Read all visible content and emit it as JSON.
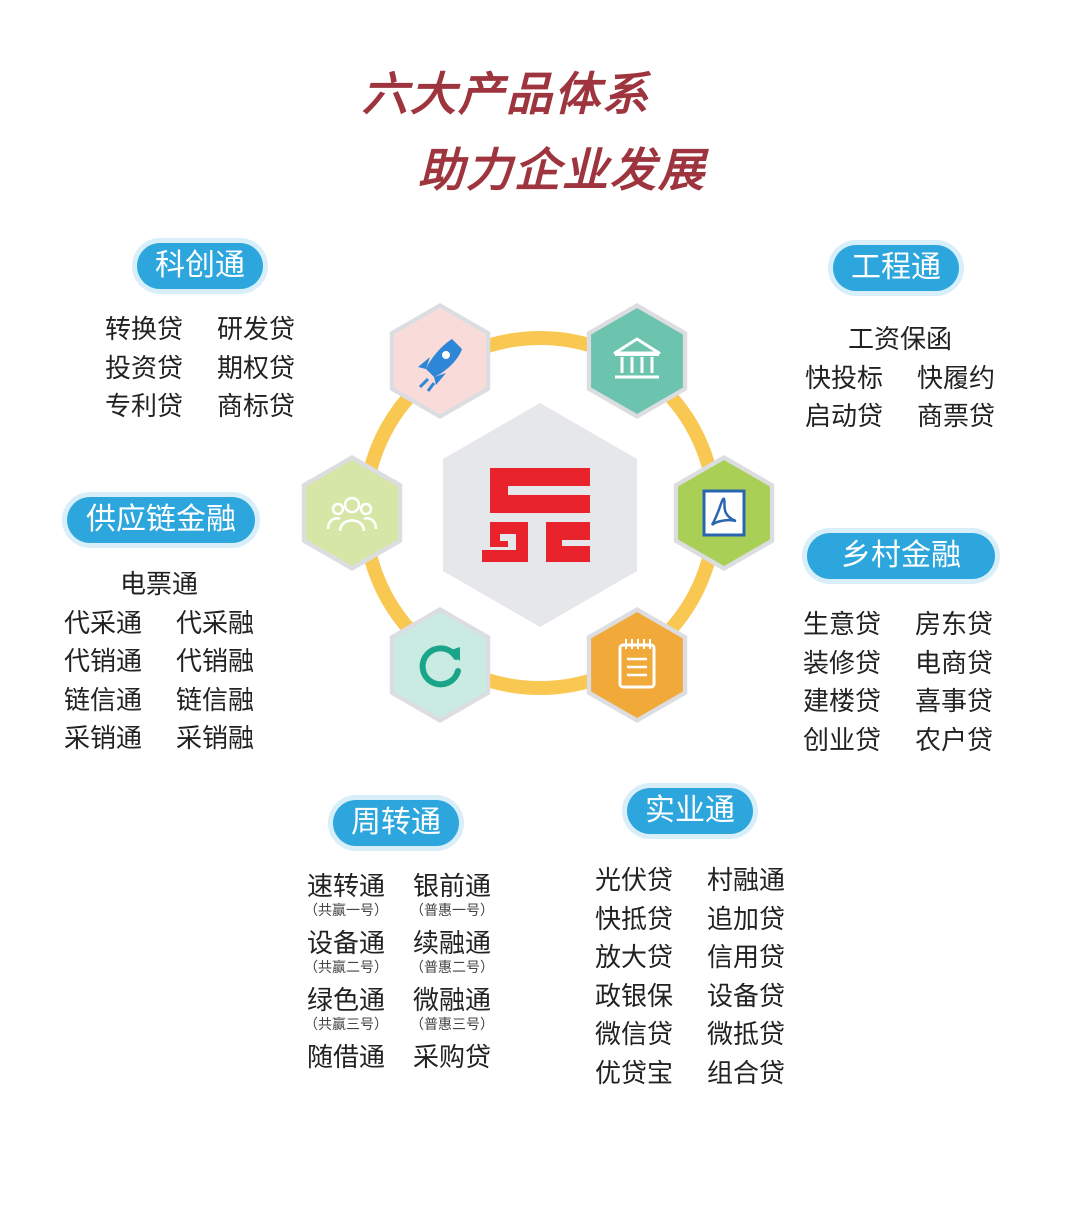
{
  "title": {
    "line1": "六大产品体系",
    "line2": "助力企业发展"
  },
  "colors": {
    "title": "#9e343e",
    "pill": "#2ca6dd",
    "ring": "#f9c852",
    "center_bg": "#e6e7ea",
    "logo": "#e8232b"
  },
  "center_logo": {
    "icon": "company-logo-icon"
  },
  "hexagons": [
    {
      "icon": "rocket-icon",
      "bg": "#f9dcd9"
    },
    {
      "icon": "bank-icon",
      "bg": "#6cc4ae"
    },
    {
      "icon": "pdf-document-icon",
      "bg": "#a9cf56"
    },
    {
      "icon": "notepad-icon",
      "bg": "#f1aa3a"
    },
    {
      "icon": "refresh-icon",
      "bg": "#c9ebe1"
    },
    {
      "icon": "people-icon",
      "bg": "#d5e6a6"
    }
  ],
  "groups": {
    "kct": {
      "label": "科创通",
      "rows": [
        [
          "转换贷",
          "研发贷"
        ],
        [
          "投资贷",
          "期权贷"
        ],
        [
          "专利贷",
          "商标贷"
        ]
      ]
    },
    "gct": {
      "label": "工程通",
      "top": "工资保函",
      "rows": [
        [
          "快投标",
          "快履约"
        ],
        [
          "启动贷",
          "商票贷"
        ]
      ]
    },
    "gyl": {
      "label": "供应链金融",
      "top": "电票通",
      "rows": [
        [
          "代采通",
          "代采融"
        ],
        [
          "代销通",
          "代销融"
        ],
        [
          "链信通",
          "链信融"
        ],
        [
          "采销通",
          "采销融"
        ]
      ]
    },
    "xcjr": {
      "label": "乡村金融",
      "rows": [
        [
          "生意贷",
          "房东贷"
        ],
        [
          "装修贷",
          "电商贷"
        ],
        [
          "建楼贷",
          "喜事贷"
        ],
        [
          "创业贷",
          "农户贷"
        ]
      ]
    },
    "zzt": {
      "label": "周转通",
      "rows": [
        [
          {
            "main": "速转通",
            "sub": "（共赢一号）"
          },
          {
            "main": "银前通",
            "sub": "（普惠一号）"
          }
        ],
        [
          {
            "main": "设备通",
            "sub": "（共赢二号）"
          },
          {
            "main": "续融通",
            "sub": "（普惠二号）"
          }
        ],
        [
          {
            "main": "绿色通",
            "sub": "（共赢三号）"
          },
          {
            "main": "微融通",
            "sub": "（普惠三号）"
          }
        ],
        [
          {
            "main": "随借通",
            "sub": ""
          },
          {
            "main": "采购贷",
            "sub": ""
          }
        ]
      ]
    },
    "syt": {
      "label": "实业通",
      "rows": [
        [
          "光伏贷",
          "村融通"
        ],
        [
          "快抵贷",
          "追加贷"
        ],
        [
          "放大贷",
          "信用贷"
        ],
        [
          "政银保",
          "设备贷"
        ],
        [
          "微信贷",
          "微抵贷"
        ],
        [
          "优贷宝",
          "组合贷"
        ]
      ]
    }
  }
}
